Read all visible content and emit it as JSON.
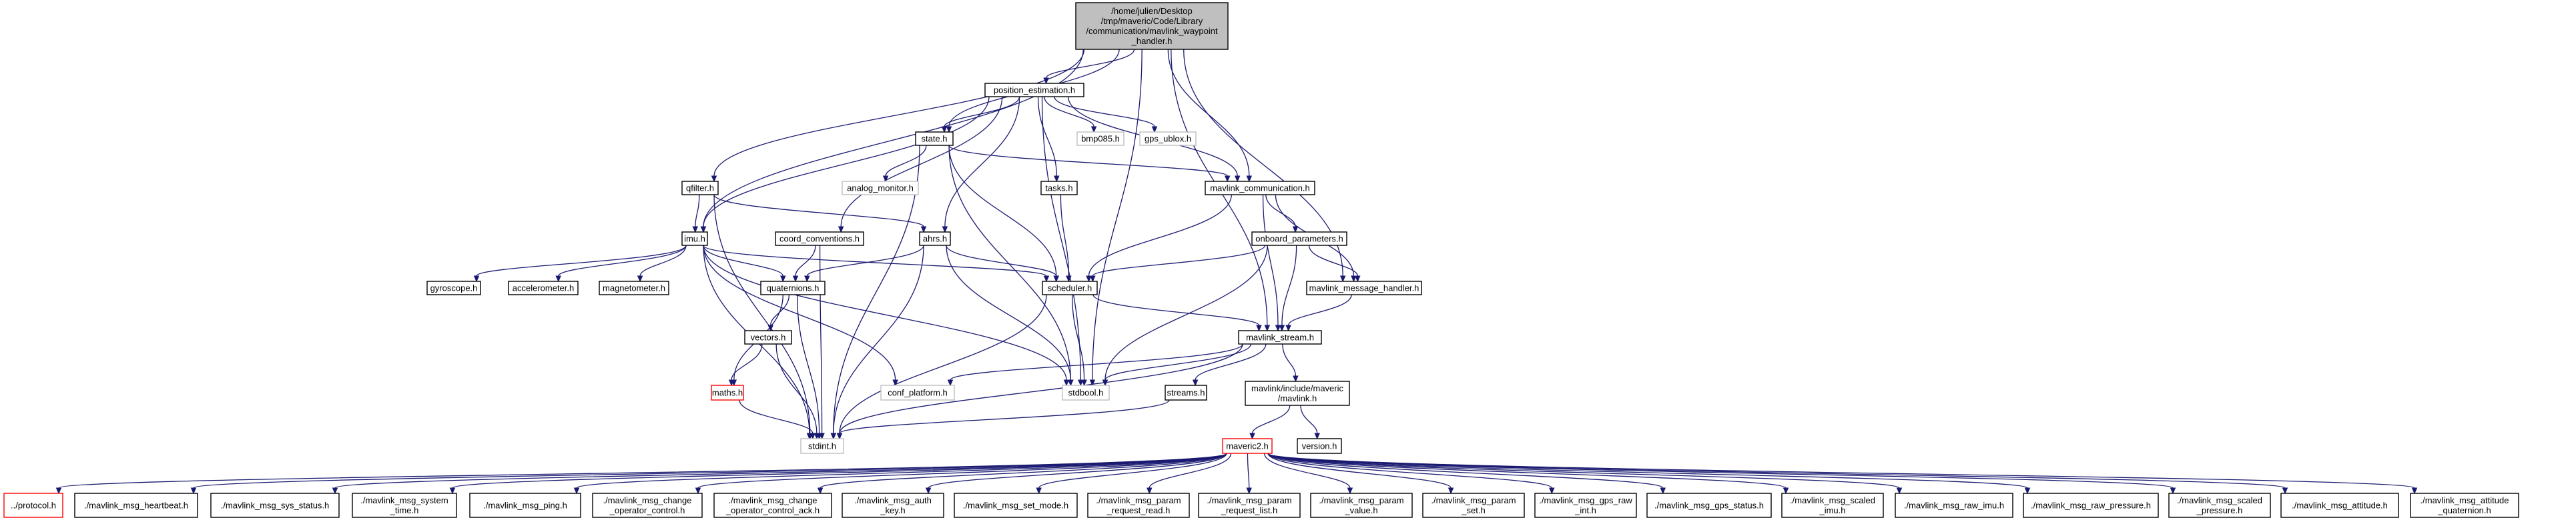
{
  "nodes": [
    {
      "id": "root",
      "lines": [
        "/home/julien/Desktop",
        "/tmp/maveric/Code/Library",
        "/communication/mavlink_waypoint",
        "_handler.h"
      ],
      "style": "root"
    },
    {
      "id": "position_estimation",
      "lines": [
        "position_estimation.h"
      ],
      "style": "doc"
    },
    {
      "id": "state",
      "lines": [
        "state.h"
      ],
      "style": "doc"
    },
    {
      "id": "bmp085",
      "lines": [
        "bmp085.h"
      ],
      "style": "missing"
    },
    {
      "id": "gps_ublox",
      "lines": [
        "gps_ublox.h"
      ],
      "style": "missing"
    },
    {
      "id": "analog_monitor",
      "lines": [
        "analog_monitor.h"
      ],
      "style": "missing"
    },
    {
      "id": "tasks",
      "lines": [
        "tasks.h"
      ],
      "style": "doc"
    },
    {
      "id": "mavlink_communication",
      "lines": [
        "mavlink_communication.h"
      ],
      "style": "doc"
    },
    {
      "id": "qfilter",
      "lines": [
        "qfilter.h"
      ],
      "style": "doc"
    },
    {
      "id": "imu",
      "lines": [
        "imu.h"
      ],
      "style": "doc"
    },
    {
      "id": "coord_conventions",
      "lines": [
        "coord_conventions.h"
      ],
      "style": "doc"
    },
    {
      "id": "ahrs",
      "lines": [
        "ahrs.h"
      ],
      "style": "doc"
    },
    {
      "id": "onboard_parameters",
      "lines": [
        "onboard_parameters.h"
      ],
      "style": "doc"
    },
    {
      "id": "gyroscope",
      "lines": [
        "gyroscope.h"
      ],
      "style": "doc"
    },
    {
      "id": "accelerometer",
      "lines": [
        "accelerometer.h"
      ],
      "style": "doc"
    },
    {
      "id": "magnetometer",
      "lines": [
        "magnetometer.h"
      ],
      "style": "doc"
    },
    {
      "id": "quaternions",
      "lines": [
        "quaternions.h"
      ],
      "style": "doc"
    },
    {
      "id": "scheduler",
      "lines": [
        "scheduler.h"
      ],
      "style": "doc"
    },
    {
      "id": "mavlink_message_handler",
      "lines": [
        "mavlink_message_handler.h"
      ],
      "style": "doc"
    },
    {
      "id": "vectors",
      "lines": [
        "vectors.h"
      ],
      "style": "doc"
    },
    {
      "id": "mavlink_stream",
      "lines": [
        "mavlink_stream.h"
      ],
      "style": "doc"
    },
    {
      "id": "maths",
      "lines": [
        "maths.h"
      ],
      "style": "red"
    },
    {
      "id": "conf_platform",
      "lines": [
        "conf_platform.h"
      ],
      "style": "missing"
    },
    {
      "id": "stdbool",
      "lines": [
        "stdbool.h"
      ],
      "style": "missing"
    },
    {
      "id": "streams",
      "lines": [
        "streams.h"
      ],
      "style": "doc"
    },
    {
      "id": "mavlink_include",
      "lines": [
        "mavlink/include/maveric",
        "/mavlink.h"
      ],
      "style": "doc"
    },
    {
      "id": "stdint",
      "lines": [
        "stdint.h"
      ],
      "style": "missing"
    },
    {
      "id": "maveric",
      "lines": [
        "maveric2.h"
      ],
      "style": "red"
    },
    {
      "id": "version",
      "lines": [
        "version.h"
      ],
      "style": "doc"
    },
    {
      "id": "b0",
      "lines": [
        "../protocol.h"
      ],
      "style": "red"
    },
    {
      "id": "b1",
      "lines": [
        "./mavlink_msg_heartbeat.h"
      ],
      "style": "doc"
    },
    {
      "id": "b2",
      "lines": [
        "./mavlink_msg_sys_status.h"
      ],
      "style": "doc"
    },
    {
      "id": "b3",
      "lines": [
        "./mavlink_msg_system",
        "_time.h"
      ],
      "style": "doc"
    },
    {
      "id": "b4",
      "lines": [
        "./mavlink_msg_ping.h"
      ],
      "style": "doc"
    },
    {
      "id": "b5",
      "lines": [
        "./mavlink_msg_change",
        "_operator_control.h"
      ],
      "style": "doc"
    },
    {
      "id": "b6",
      "lines": [
        "./mavlink_msg_change",
        "_operator_control_ack.h"
      ],
      "style": "doc"
    },
    {
      "id": "b7",
      "lines": [
        "./mavlink_msg_auth",
        "_key.h"
      ],
      "style": "doc"
    },
    {
      "id": "b8",
      "lines": [
        "./mavlink_msg_set_mode.h"
      ],
      "style": "doc"
    },
    {
      "id": "b9",
      "lines": [
        "./mavlink_msg_param",
        "_request_read.h"
      ],
      "style": "doc"
    },
    {
      "id": "b10",
      "lines": [
        "./mavlink_msg_param",
        "_request_list.h"
      ],
      "style": "doc"
    },
    {
      "id": "b11",
      "lines": [
        "./mavlink_msg_param",
        "_value.h"
      ],
      "style": "doc"
    },
    {
      "id": "b12",
      "lines": [
        "./mavlink_msg_param",
        "_set.h"
      ],
      "style": "doc"
    },
    {
      "id": "b13",
      "lines": [
        "./mavlink_msg_gps_raw",
        "_int.h"
      ],
      "style": "doc"
    },
    {
      "id": "b14",
      "lines": [
        "./mavlink_msg_gps_status.h"
      ],
      "style": "doc"
    },
    {
      "id": "b15",
      "lines": [
        "./mavlink_msg_scaled",
        "_imu.h"
      ],
      "style": "doc"
    },
    {
      "id": "b16",
      "lines": [
        "./mavlink_msg_raw_imu.h"
      ],
      "style": "doc"
    },
    {
      "id": "b17",
      "lines": [
        "./mavlink_msg_raw_pressure.h"
      ],
      "style": "doc"
    },
    {
      "id": "b18",
      "lines": [
        "./mavlink_msg_scaled",
        "_pressure.h"
      ],
      "style": "doc"
    },
    {
      "id": "b19",
      "lines": [
        "./mavlink_msg_attitude.h"
      ],
      "style": "doc"
    },
    {
      "id": "b20",
      "lines": [
        "./mavlink_msg_attitude",
        "_quaternion.h"
      ],
      "style": "doc"
    }
  ],
  "edges": [
    [
      "root",
      "position_estimation"
    ],
    [
      "root",
      "state"
    ],
    [
      "root",
      "qfilter"
    ],
    [
      "root",
      "imu"
    ],
    [
      "root",
      "mavlink_communication"
    ],
    [
      "root",
      "mavlink_message_handler"
    ],
    [
      "root",
      "mavlink_stream"
    ],
    [
      "root",
      "stdbool"
    ],
    [
      "position_estimation",
      "state"
    ],
    [
      "position_estimation",
      "bmp085"
    ],
    [
      "position_estimation",
      "gps_ublox"
    ],
    [
      "position_estimation",
      "tasks"
    ],
    [
      "position_estimation",
      "mavlink_communication"
    ],
    [
      "position_estimation",
      "imu"
    ],
    [
      "position_estimation",
      "coord_conventions"
    ],
    [
      "position_estimation",
      "ahrs"
    ],
    [
      "position_estimation",
      "stdbool"
    ],
    [
      "state",
      "analog_monitor"
    ],
    [
      "state",
      "mavlink_communication"
    ],
    [
      "state",
      "scheduler"
    ],
    [
      "state",
      "stdbool"
    ],
    [
      "state",
      "stdint"
    ],
    [
      "tasks",
      "scheduler"
    ],
    [
      "mavlink_communication",
      "onboard_parameters"
    ],
    [
      "mavlink_communication",
      "scheduler"
    ],
    [
      "mavlink_communication",
      "mavlink_message_handler"
    ],
    [
      "mavlink_communication",
      "mavlink_stream"
    ],
    [
      "qfilter",
      "imu"
    ],
    [
      "qfilter",
      "ahrs"
    ],
    [
      "qfilter",
      "stdint"
    ],
    [
      "imu",
      "gyroscope"
    ],
    [
      "imu",
      "accelerometer"
    ],
    [
      "imu",
      "magnetometer"
    ],
    [
      "imu",
      "quaternions"
    ],
    [
      "imu",
      "scheduler"
    ],
    [
      "imu",
      "conf_platform"
    ],
    [
      "imu",
      "stdbool"
    ],
    [
      "imu",
      "stdint"
    ],
    [
      "coord_conventions",
      "quaternions"
    ],
    [
      "coord_conventions",
      "stdint"
    ],
    [
      "ahrs",
      "quaternions"
    ],
    [
      "ahrs",
      "scheduler"
    ],
    [
      "ahrs",
      "stdbool"
    ],
    [
      "ahrs",
      "stdint"
    ],
    [
      "onboard_parameters",
      "scheduler"
    ],
    [
      "onboard_parameters",
      "mavlink_message_handler"
    ],
    [
      "onboard_parameters",
      "mavlink_stream"
    ],
    [
      "onboard_parameters",
      "stdbool"
    ],
    [
      "quaternions",
      "vectors"
    ],
    [
      "quaternions",
      "maths"
    ],
    [
      "quaternions",
      "stdint"
    ],
    [
      "scheduler",
      "mavlink_stream"
    ],
    [
      "scheduler",
      "stdbool"
    ],
    [
      "scheduler",
      "stdint"
    ],
    [
      "mavlink_message_handler",
      "mavlink_stream"
    ],
    [
      "vectors",
      "maths"
    ],
    [
      "vectors",
      "stdint"
    ],
    [
      "maths",
      "stdint"
    ],
    [
      "mavlink_stream",
      "conf_platform"
    ],
    [
      "mavlink_stream",
      "stdbool"
    ],
    [
      "mavlink_stream",
      "streams"
    ],
    [
      "mavlink_stream",
      "mavlink_include"
    ],
    [
      "mavlink_stream",
      "stdint"
    ],
    [
      "streams",
      "stdint"
    ],
    [
      "mavlink_include",
      "maveric"
    ],
    [
      "mavlink_include",
      "version"
    ],
    [
      "maveric",
      "b0"
    ],
    [
      "maveric",
      "b1"
    ],
    [
      "maveric",
      "b2"
    ],
    [
      "maveric",
      "b3"
    ],
    [
      "maveric",
      "b4"
    ],
    [
      "maveric",
      "b5"
    ],
    [
      "maveric",
      "b6"
    ],
    [
      "maveric",
      "b7"
    ],
    [
      "maveric",
      "b8"
    ],
    [
      "maveric",
      "b9"
    ],
    [
      "maveric",
      "b10"
    ],
    [
      "maveric",
      "b11"
    ],
    [
      "maveric",
      "b12"
    ],
    [
      "maveric",
      "b13"
    ],
    [
      "maveric",
      "b14"
    ],
    [
      "maveric",
      "b15"
    ],
    [
      "maveric",
      "b16"
    ],
    [
      "maveric",
      "b17"
    ],
    [
      "maveric",
      "b18"
    ],
    [
      "maveric",
      "b19"
    ],
    [
      "maveric",
      "b20"
    ]
  ],
  "colors": {
    "edge": "#191970",
    "root_fill": "#bfbfbf",
    "doc_border": "#000000",
    "missing_border": "#bfbfbf",
    "red_border": "#ff0000"
  }
}
